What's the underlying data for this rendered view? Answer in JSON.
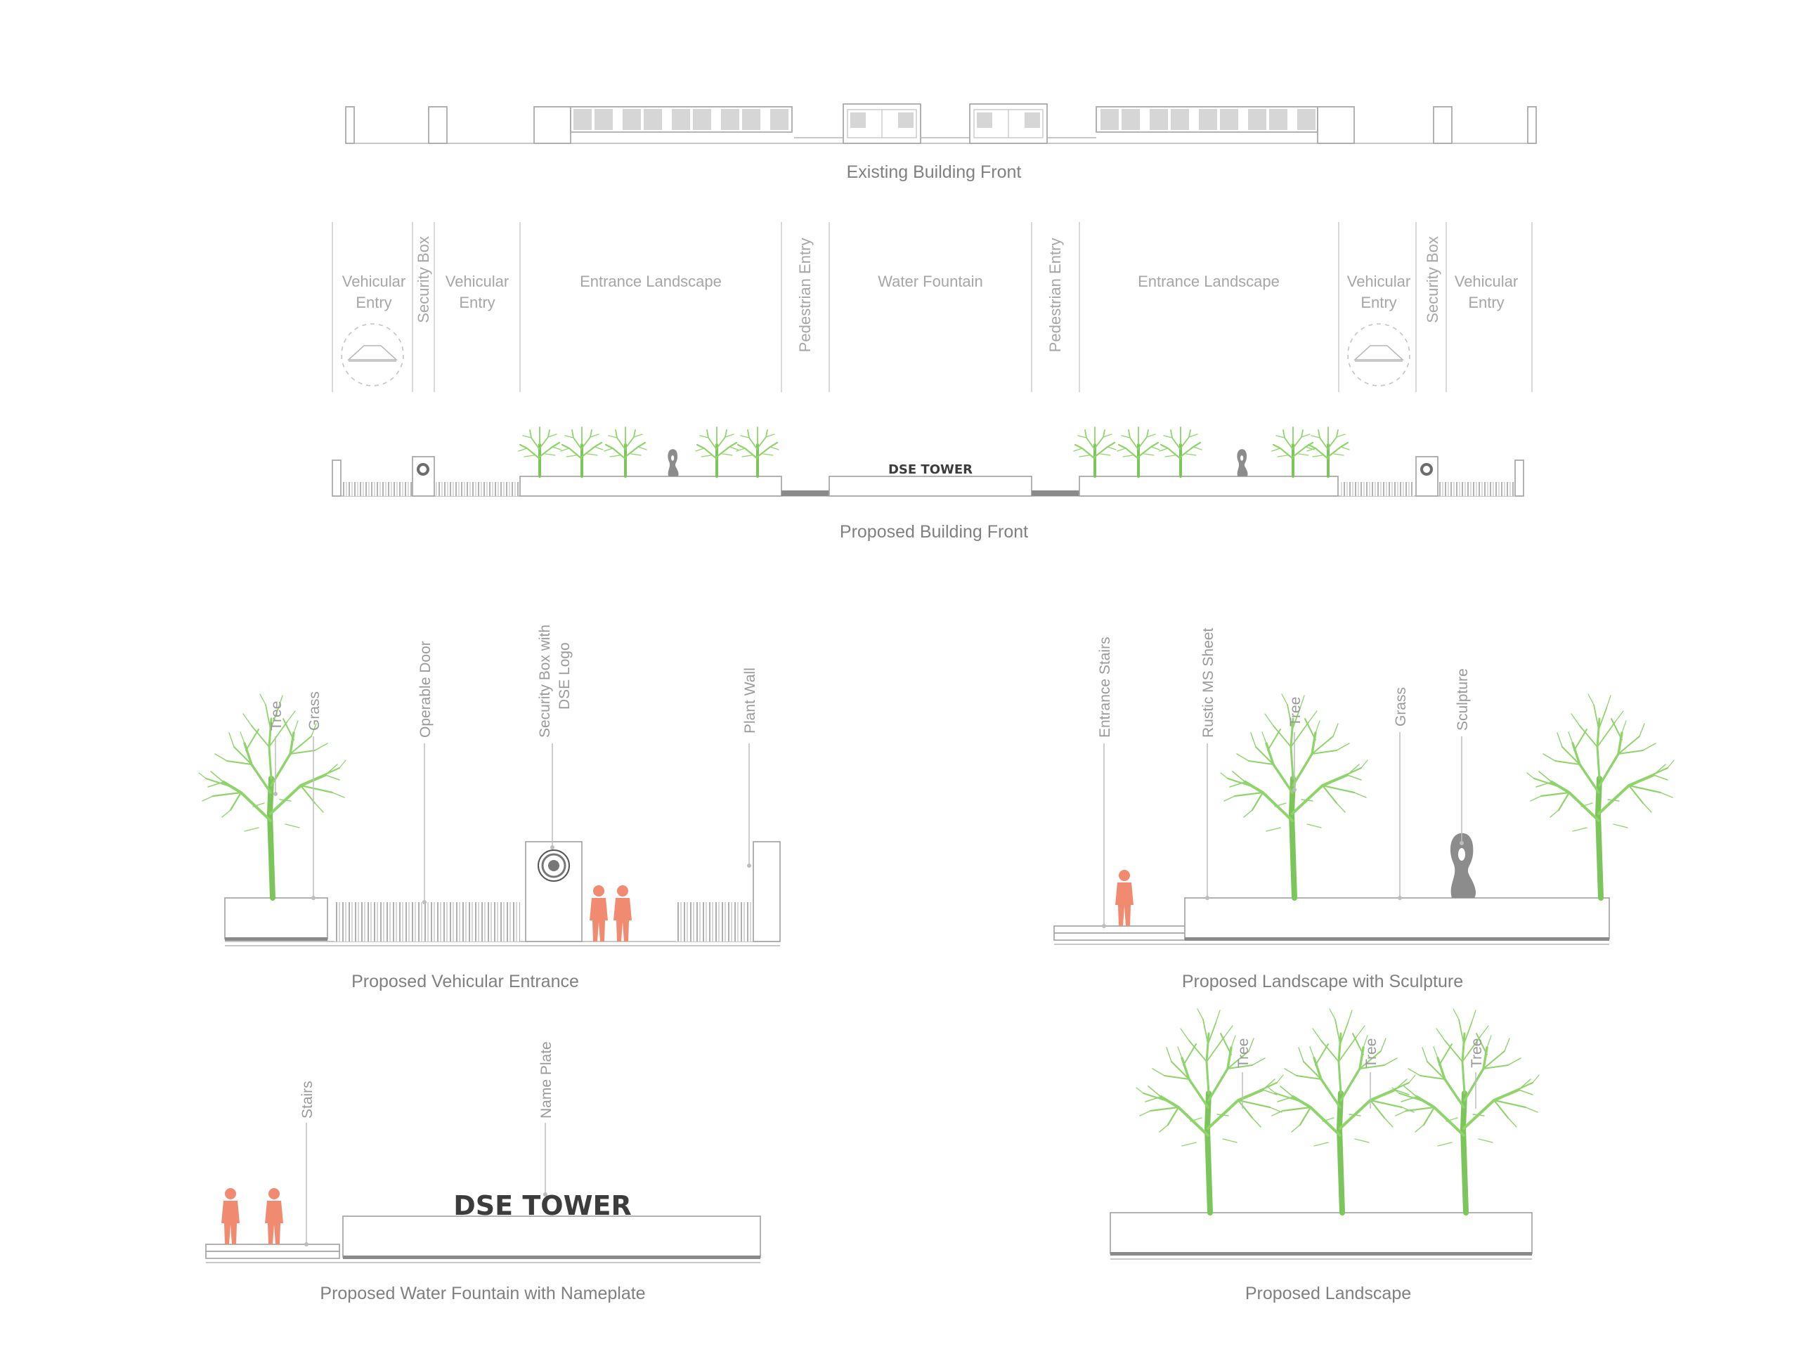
{
  "captions": {
    "existing": "Existing Building Front",
    "proposed_front": "Proposed Building Front",
    "vehicular": "Proposed Vehicular Entrance",
    "landscape_sculpture": "Proposed Landscape with Sculpture",
    "fountain": "Proposed Water Fountain with Nameplate",
    "landscape": "Proposed Landscape"
  },
  "zones": {
    "vehicular_entry_l1": [
      "Vehicular",
      "Entry"
    ],
    "security_box_l": "Security Box",
    "vehicular_entry_l2": [
      "Vehicular",
      "Entry"
    ],
    "entrance_landscape_l": "Entrance Landscape",
    "pedestrian_entry_l": "Pedestrian Entry",
    "water_fountain": "Water Fountain",
    "pedestrian_entry_r": "Pedestrian Entry",
    "entrance_landscape_r": "Entrance Landscape",
    "vehicular_entry_r1": [
      "Vehicular",
      "Entry"
    ],
    "security_box_r": "Security Box",
    "vehicular_entry_r2": [
      "Vehicular",
      "Entry"
    ]
  },
  "brand": {
    "front_sign": "DSE TOWER",
    "nameplate": "DSE TOWER"
  },
  "vehicular_labels": {
    "tree": "Tree",
    "grass": "Grass",
    "operable_door": "Operable Door",
    "security_box": [
      "Security Box with",
      "DSE Logo"
    ],
    "plant_wall": "Plant Wall"
  },
  "sculpture_labels": {
    "entrance_stairs": "Entrance Stairs",
    "rustic_sheet": "Rustic MS Sheet",
    "tree": "Tree",
    "grass": "Grass",
    "sculpture": "Sculpture"
  },
  "fountain_labels": {
    "stairs": "Stairs",
    "name_plate": "Name Plate"
  },
  "landscape_labels": {
    "tree1": "Tree",
    "tree2": "Tree",
    "tree3": "Tree"
  },
  "colors": {
    "tree": "#8ed46a",
    "trunk": "#7cc55a",
    "person": "#f08a70",
    "sculpture": "#8c8c8c",
    "line": "#b5b5b5"
  }
}
